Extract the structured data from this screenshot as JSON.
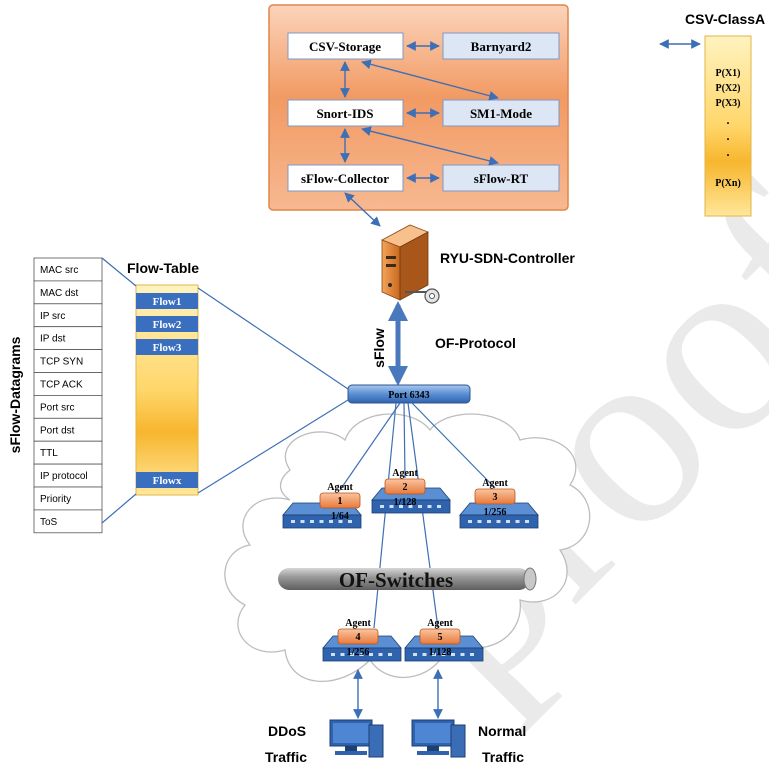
{
  "storage_box": {
    "csv_storage": "CSV-Storage",
    "barnyard": "Barnyard2",
    "snort": "Snort-IDS",
    "sm1": "SM1-Mode",
    "sflow_collector": "sFlow-Collector",
    "sflow_rt": "sFlow-RT"
  },
  "classa": {
    "title": "CSV-ClassA",
    "items": [
      "P(X1)",
      "P(X2)",
      "P(X3)",
      ".",
      ".",
      ".",
      "P(Xn)"
    ]
  },
  "controller": {
    "label": "RYU-SDN-Controller"
  },
  "link": {
    "sflow": "sFlow",
    "protocol": "OF-Protocol",
    "port": "Port 6343"
  },
  "datagrams": {
    "title": "sFlow-Datagrams",
    "fields": [
      "MAC src",
      "MAC dst",
      "IP src",
      "IP dst",
      "TCP SYN",
      "TCP ACK",
      "Port src",
      "Port dst",
      "TTL",
      "IP protocol",
      "Priority",
      "ToS"
    ]
  },
  "flow_table": {
    "title": "Flow-Table",
    "flows": [
      "Flow1",
      "Flow2",
      "Flow3",
      "Flowx"
    ]
  },
  "switches": {
    "label": "OF-Switches",
    "agent_word": "Agent",
    "agents": [
      {
        "num": "1",
        "rate": "1/64"
      },
      {
        "num": "2",
        "rate": "1/128"
      },
      {
        "num": "3",
        "rate": "1/256"
      },
      {
        "num": "4",
        "rate": "1/256"
      },
      {
        "num": "5",
        "rate": "1/128"
      }
    ]
  },
  "traffic": {
    "ddos_line1": "DDoS",
    "ddos_line2": "Traffic",
    "normal_line1": "Normal",
    "normal_line2": "Traffic"
  },
  "colors": {
    "orange": "#f3a06d",
    "blue_box": "#dce6f5",
    "flow_blue": "#3a6fc0",
    "arrow": "#3d6fb6"
  }
}
